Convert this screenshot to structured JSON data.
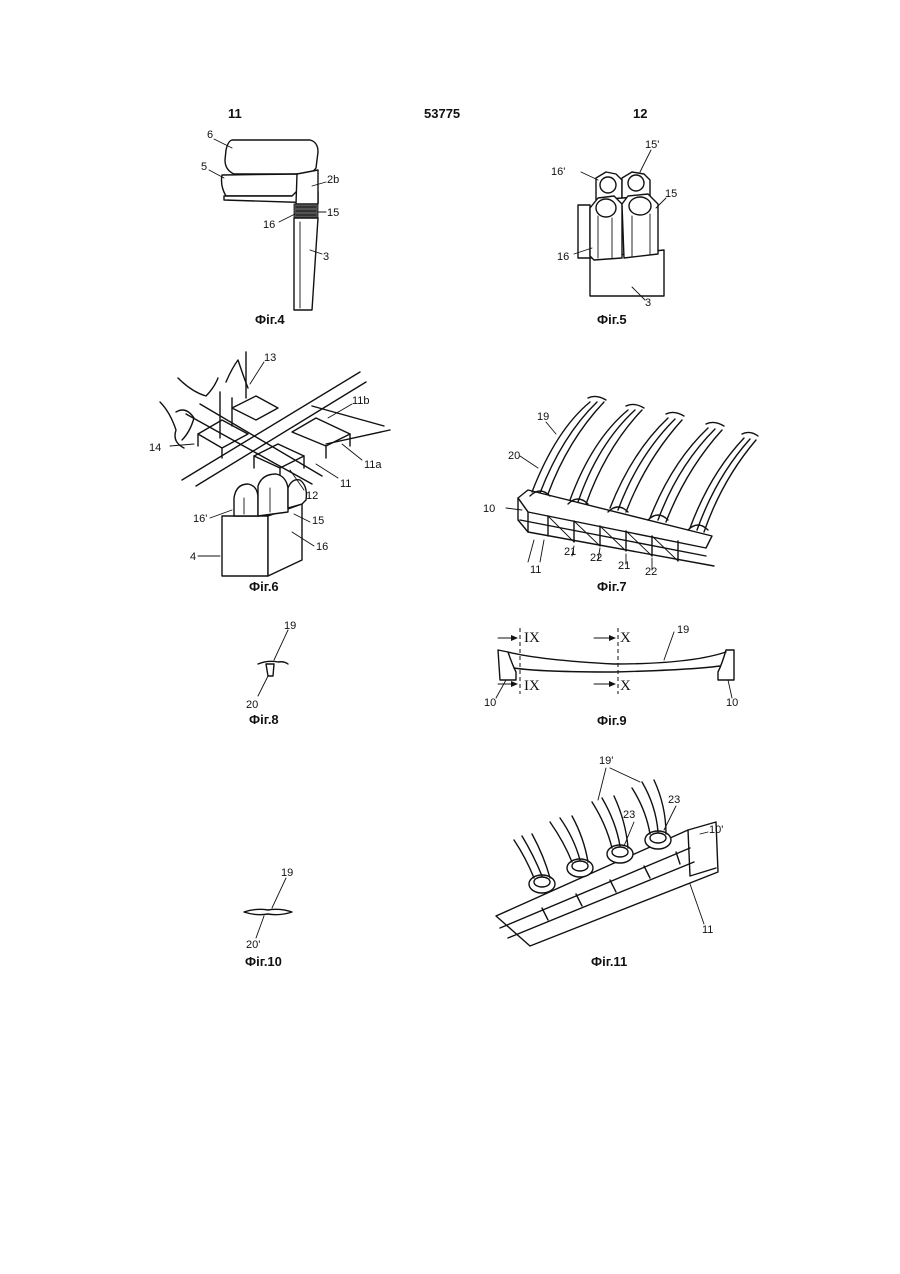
{
  "header": {
    "left_page": "11",
    "patent_number": "53775",
    "right_page": "12"
  },
  "figures": [
    {
      "id": "fig4",
      "caption": "Фіг.4",
      "labels": [
        "6",
        "5",
        "2b",
        "15",
        "16",
        "3"
      ]
    },
    {
      "id": "fig5",
      "caption": "Фіг.5",
      "labels": [
        "15'",
        "16'",
        "15",
        "16",
        "3"
      ]
    },
    {
      "id": "fig6",
      "caption": "Фіг.6",
      "labels": [
        "13",
        "11b",
        "14",
        "11a",
        "11",
        "12",
        "16'",
        "15",
        "16",
        "4"
      ]
    },
    {
      "id": "fig7",
      "caption": "Фіг.7",
      "labels": [
        "19",
        "20",
        "10",
        "11",
        "21",
        "22",
        "21",
        "22"
      ]
    },
    {
      "id": "fig8",
      "caption": "Фіг.8",
      "labels": [
        "19",
        "20"
      ]
    },
    {
      "id": "fig9",
      "caption": "Фіг.9",
      "labels": [
        "IX",
        "X",
        "19",
        "IX",
        "X",
        "10",
        "10"
      ]
    },
    {
      "id": "fig10",
      "caption": "Фіг.10",
      "labels": [
        "19",
        "20'"
      ]
    },
    {
      "id": "fig11",
      "caption": "Фіг.11",
      "labels": [
        "19'",
        "23",
        "23",
        "10'",
        "11"
      ]
    }
  ]
}
